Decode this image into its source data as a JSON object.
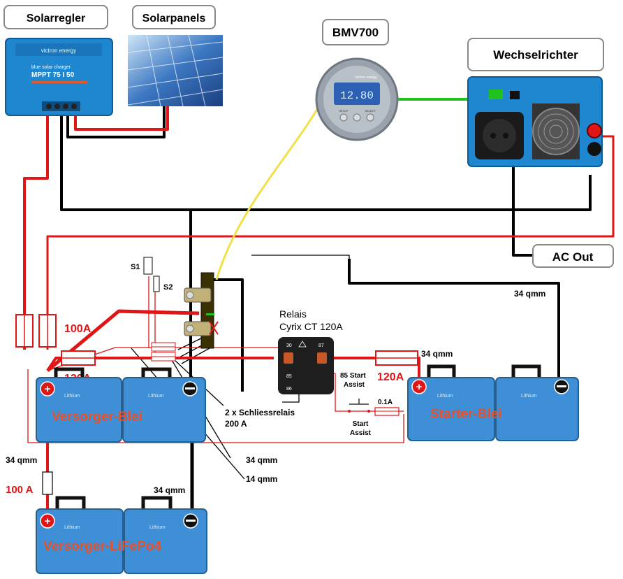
{
  "colors": {
    "red": "#e01515",
    "black": "#000000",
    "green": "#22c21e",
    "yellow": "#f2e04a",
    "battery_blue": "#3f8fd6",
    "device_blue": "#1f86d0",
    "label_red": "#e8502a"
  },
  "boxes": {
    "solarregler": "Solarregler",
    "solarpanels": "Solarpanels",
    "bmv": "BMV700",
    "wechselrichter": "Wechselrichter",
    "ac_out": "AC Out"
  },
  "devices": {
    "controller_brand": "victron energy",
    "controller_type": "blue solar charger",
    "controller_model": "MPPT 75 I 50",
    "bmv_display": "12.80",
    "bmv_brand": "victron energy",
    "bmv_btn_left": "SETUP",
    "bmv_btn_right": "SELECT"
  },
  "relay": {
    "title": "Relais",
    "subtitle": "Cyrix CT 120A",
    "pin30": "30",
    "pin87": "87",
    "pin85": "85",
    "pin86": "86",
    "pin85_label1": "85 Start",
    "pin85_label2": "Assist"
  },
  "switches": {
    "s1": "S1",
    "s2": "S2",
    "start_assist1": "Start",
    "start_assist2": "Assist",
    "fuse_small": "0.1A"
  },
  "fuses": {
    "f100_top": "100A",
    "f120_left": "120A",
    "f120_right": "120A",
    "f100_bottom": "100 A"
  },
  "cables": {
    "top_right": "34 qmm",
    "relay_right": "34 qmm",
    "schliess1": "2 x Schliessrelais",
    "schliess2": "200 A",
    "c34": "34 qmm",
    "c14": "14 qmm",
    "left_bottom": "34 qmm",
    "neg_bottom": "34 qmm"
  },
  "batteries": {
    "versorger_blei": "Versorger-Blei",
    "starter_blei": "Starter-Blei",
    "versorger_lifepo4": "Versorger-LiFePo4",
    "cell_label": "Lithium"
  }
}
